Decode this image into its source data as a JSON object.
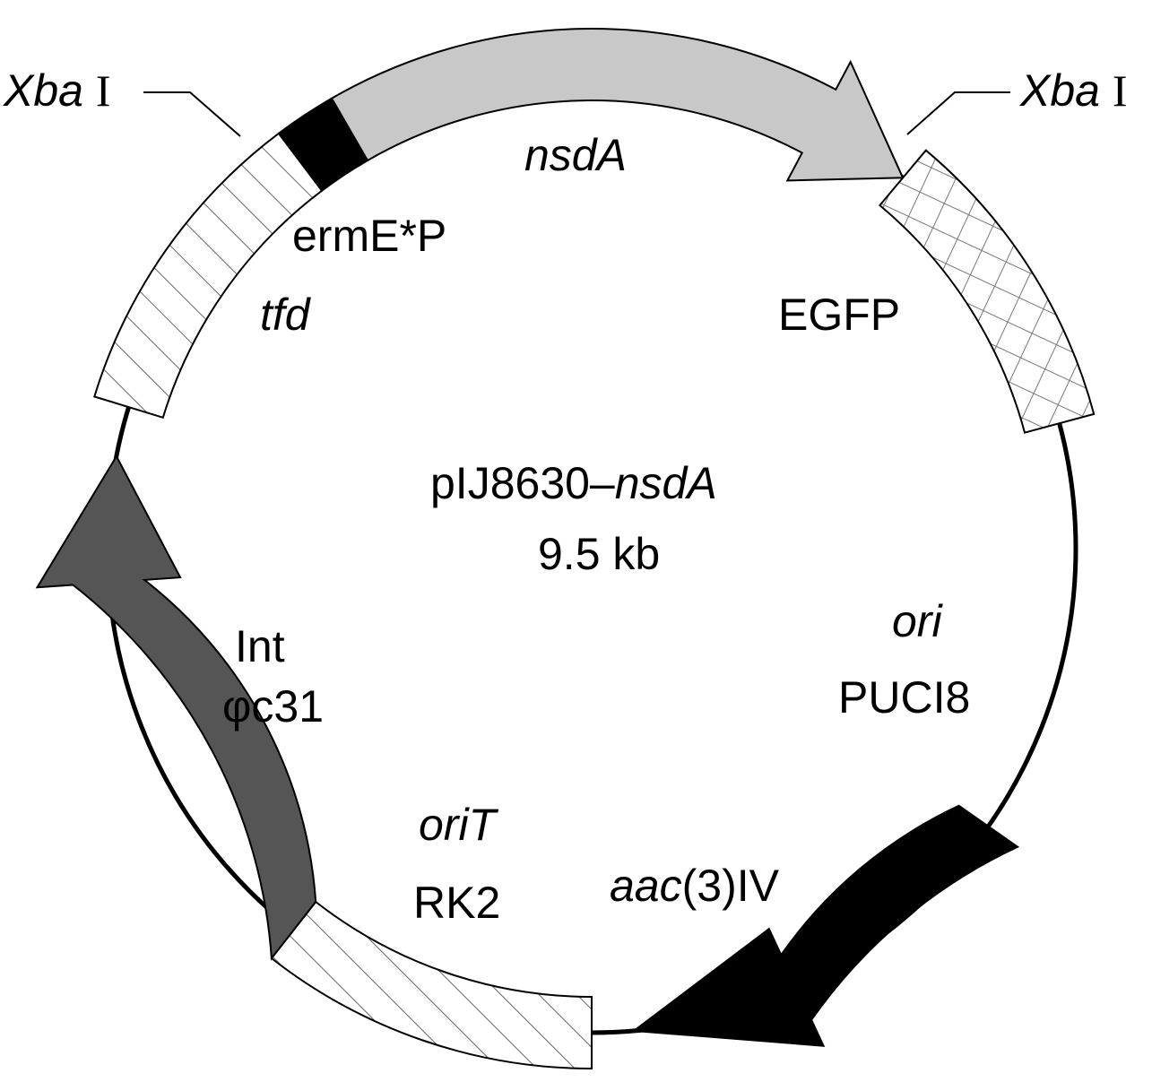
{
  "plasmid": {
    "name_prefix": "pIJ8630–",
    "name_gene": "nsdA",
    "size": "9.5 kb"
  },
  "labels": {
    "xba_left_italic": "Xba",
    "xba_left_roman": "I",
    "xba_right_italic": "Xba",
    "xba_right_roman": "I",
    "nsdA": "nsdA",
    "ermE": "ermE*P",
    "tfd": "tfd",
    "egfp": "EGFP",
    "ori": "ori",
    "puc": "PUCI8",
    "aac_italic": "aac",
    "aac_roman": "(3)IV",
    "oriT": "oriT",
    "rk2": "RK2",
    "int": "Int",
    "phi": "φc31"
  },
  "colors": {
    "nsdA_arrow": "#c8c8c8",
    "int_arrow": "#555555",
    "aac_arrow": "#000000",
    "ermE_block": "#000000",
    "backbone": "#000000"
  }
}
